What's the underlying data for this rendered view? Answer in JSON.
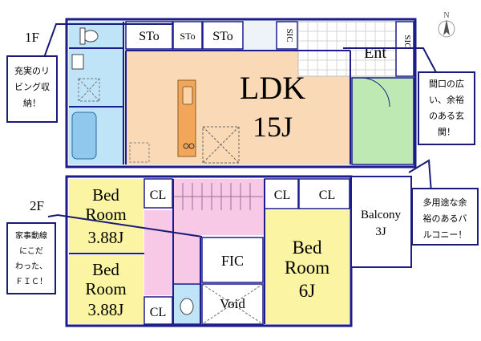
{
  "floors": {
    "first": "1F",
    "second": "2F"
  },
  "rooms": {
    "ldk": {
      "name": "LDK",
      "size": "15J"
    },
    "entrance": "Ent",
    "sic_left": "SIC",
    "sic_right": "SIC",
    "storage_1": "STo",
    "storage_2": "STo",
    "storage_3": "STo",
    "bed_upper": {
      "line1": "Bed",
      "line2": "Room",
      "size": "3.88J"
    },
    "bed_lower": {
      "line1": "Bed",
      "line2": "Room",
      "size": "3.88J"
    },
    "bed_right": {
      "line1": "Bed",
      "line2": "Room",
      "size": "6J"
    },
    "closet_1": "CL",
    "closet_2": "CL",
    "closet_3": "CL",
    "closet_4": "CL",
    "fic": "FIC",
    "void": "Void",
    "balcony": {
      "name": "Balcony",
      "size": "3J"
    }
  },
  "notes": {
    "living_storage": [
      "充実のリ",
      "ビング収",
      "納！"
    ],
    "entrance": [
      "間口の広",
      "い、余裕",
      "のある玄",
      "関！"
    ],
    "balcony": [
      "多用途な余",
      "裕のあるバ",
      "ルコニー！"
    ],
    "housework": [
      "家事動線",
      "にこだ",
      "わった、",
      "ＦＩＣ！"
    ]
  },
  "colors": {
    "ldk": "#f9d9b6",
    "kitchen": "#f2a65a",
    "wet_area": "#bfe3f7",
    "entrance": "#bfe9b2",
    "bedroom": "#fbf4a2",
    "hall": "#f7c9e6",
    "closet": "#d9d9d9",
    "walls": "#1c1c8c",
    "note_border": "#1a1a78"
  }
}
